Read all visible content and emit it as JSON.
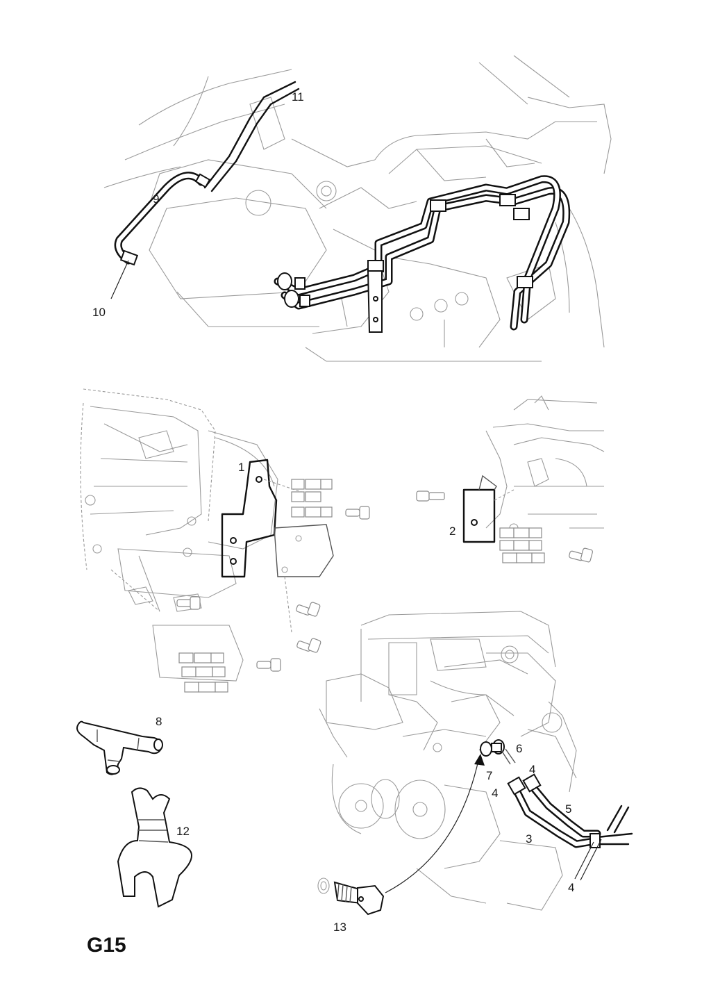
{
  "page_code": "G15",
  "callouts": {
    "c1": "1",
    "c2": "2",
    "c3": "3",
    "c4a": "4",
    "c4b": "4",
    "c4c": "4",
    "c5": "5",
    "c6": "6",
    "c7": "7",
    "c8": "8",
    "c9": "9",
    "c10": "10",
    "c11": "11",
    "c12": "12",
    "c13": "13"
  }
}
